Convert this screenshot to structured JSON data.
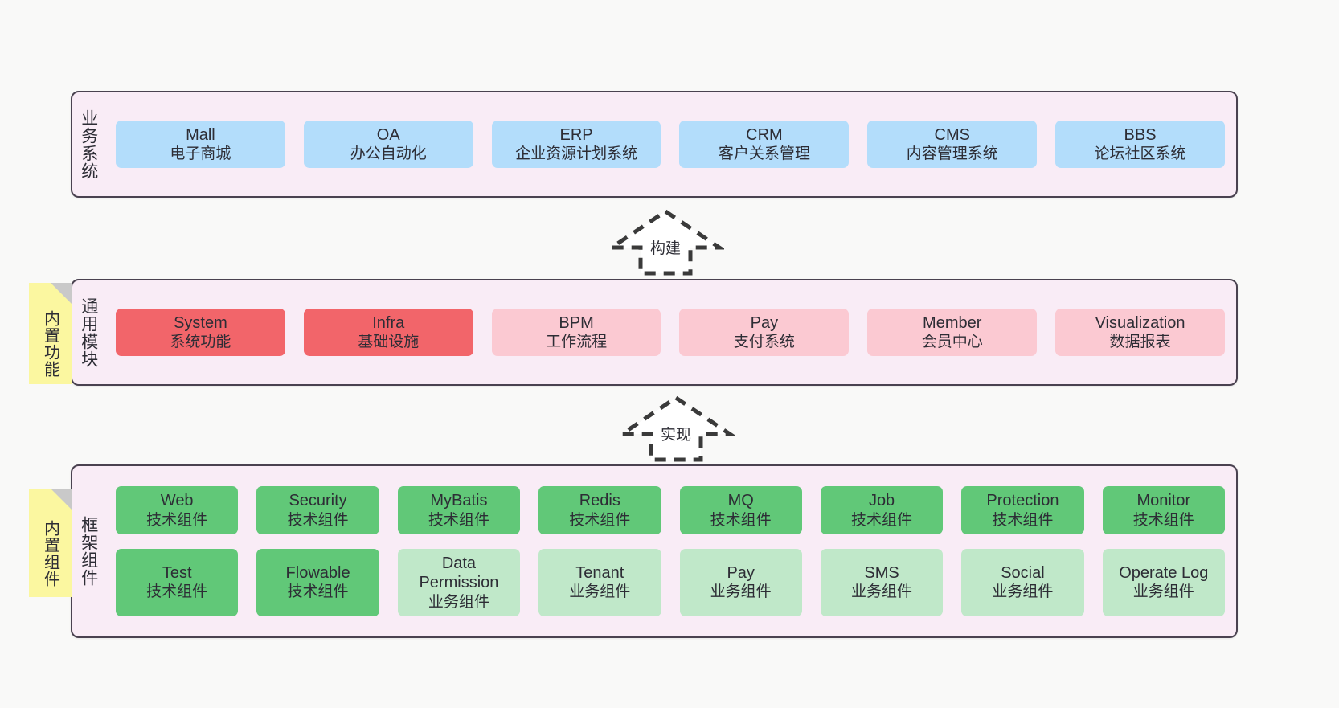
{
  "page": {
    "background": "#f9f9f8",
    "panel_bg": "#f9ecf6",
    "panel_border": "#4a4250"
  },
  "layers": [
    {
      "id": "business-systems",
      "label": "业务系统",
      "card_style": "blue",
      "color": "#b3ddfb",
      "rows": [
        [
          {
            "title": "Mall",
            "subtitle": "电子商城"
          },
          {
            "title": "OA",
            "subtitle": "办公自动化"
          },
          {
            "title": "ERP",
            "subtitle": "企业资源计划系统"
          },
          {
            "title": "CRM",
            "subtitle": "客户关系管理"
          },
          {
            "title": "CMS",
            "subtitle": "内容管理系统"
          },
          {
            "title": "BBS",
            "subtitle": "论坛社区系统"
          }
        ]
      ]
    },
    {
      "id": "common-modules",
      "label": "通用模块",
      "sticky": "内置功能",
      "rows": [
        [
          {
            "title": "System",
            "subtitle": "系统功能",
            "style": "red"
          },
          {
            "title": "Infra",
            "subtitle": "基础设施",
            "style": "red"
          },
          {
            "title": "BPM",
            "subtitle": "工作流程",
            "style": "pink"
          },
          {
            "title": "Pay",
            "subtitle": "支付系统",
            "style": "pink"
          },
          {
            "title": "Member",
            "subtitle": "会员中心",
            "style": "pink"
          },
          {
            "title": "Visualization",
            "subtitle": "数据报表",
            "style": "pink"
          }
        ]
      ]
    },
    {
      "id": "framework-components",
      "label": "框架组件",
      "sticky": "内置组件",
      "rows": [
        [
          {
            "title": "Web",
            "subtitle": "技术组件",
            "style": "green"
          },
          {
            "title": "Security",
            "subtitle": "技术组件",
            "style": "green"
          },
          {
            "title": "MyBatis",
            "subtitle": "技术组件",
            "style": "green"
          },
          {
            "title": "Redis",
            "subtitle": "技术组件",
            "style": "green"
          },
          {
            "title": "MQ",
            "subtitle": "技术组件",
            "style": "green"
          },
          {
            "title": "Job",
            "subtitle": "技术组件",
            "style": "green"
          },
          {
            "title": "Protection",
            "subtitle": "技术组件",
            "style": "green"
          },
          {
            "title": "Monitor",
            "subtitle": "技术组件",
            "style": "green"
          }
        ],
        [
          {
            "title": "Test",
            "subtitle": "技术组件",
            "style": "green"
          },
          {
            "title": "Flowable",
            "subtitle": "技术组件",
            "style": "green"
          },
          {
            "title": "Data Permission",
            "subtitle": "业务组件",
            "style": "mint"
          },
          {
            "title": "Tenant",
            "subtitle": "业务组件",
            "style": "mint"
          },
          {
            "title": "Pay",
            "subtitle": "业务组件",
            "style": "mint"
          },
          {
            "title": "SMS",
            "subtitle": "业务组件",
            "style": "mint"
          },
          {
            "title": "Social",
            "subtitle": "业务组件",
            "style": "mint"
          },
          {
            "title": "Operate Log",
            "subtitle": "业务组件",
            "style": "mint"
          }
        ]
      ]
    }
  ],
  "arrows": [
    {
      "id": "build-arrow",
      "label": "构建"
    },
    {
      "id": "implement-arrow",
      "label": "实现"
    }
  ],
  "palette": {
    "blue": "#b3ddfb",
    "red": "#f2656a",
    "pink": "#fbc9d2",
    "green": "#61c878",
    "mint": "#c0e8c9",
    "sticky": "#fbf7a0"
  }
}
